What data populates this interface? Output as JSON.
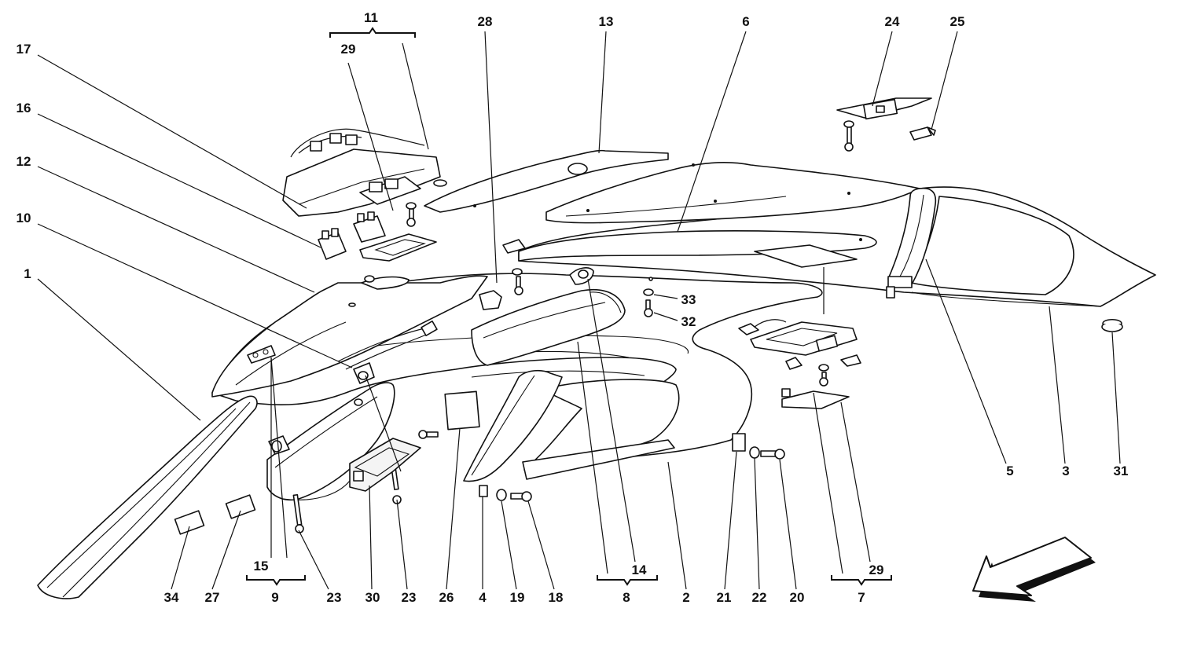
{
  "diagram": {
    "callouts": [
      {
        "id": "c1",
        "text": "1"
      },
      {
        "id": "c2",
        "text": "2"
      },
      {
        "id": "c3",
        "text": "3"
      },
      {
        "id": "c4",
        "text": "4"
      },
      {
        "id": "c5",
        "text": "5"
      },
      {
        "id": "c6",
        "text": "6"
      },
      {
        "id": "c7",
        "text": "7"
      },
      {
        "id": "c8",
        "text": "8"
      },
      {
        "id": "c9",
        "text": "9"
      },
      {
        "id": "c10",
        "text": "10"
      },
      {
        "id": "c11",
        "text": "11"
      },
      {
        "id": "c12",
        "text": "12"
      },
      {
        "id": "c13",
        "text": "13"
      },
      {
        "id": "c14",
        "text": "14"
      },
      {
        "id": "c15",
        "text": "15"
      },
      {
        "id": "c16",
        "text": "16"
      },
      {
        "id": "c17",
        "text": "17"
      },
      {
        "id": "c18",
        "text": "18"
      },
      {
        "id": "c19",
        "text": "19"
      },
      {
        "id": "c20",
        "text": "20"
      },
      {
        "id": "c21",
        "text": "21"
      },
      {
        "id": "c22",
        "text": "22"
      },
      {
        "id": "c23a",
        "text": "23"
      },
      {
        "id": "c23b",
        "text": "23"
      },
      {
        "id": "c24",
        "text": "24"
      },
      {
        "id": "c25",
        "text": "25"
      },
      {
        "id": "c26",
        "text": "26"
      },
      {
        "id": "c27",
        "text": "27"
      },
      {
        "id": "c28",
        "text": "28"
      },
      {
        "id": "c29a",
        "text": "29"
      },
      {
        "id": "c29b",
        "text": "29"
      },
      {
        "id": "c30",
        "text": "30"
      },
      {
        "id": "c31",
        "text": "31"
      },
      {
        "id": "c32",
        "text": "32"
      },
      {
        "id": "c33",
        "text": "33"
      },
      {
        "id": "c34",
        "text": "34"
      }
    ]
  }
}
